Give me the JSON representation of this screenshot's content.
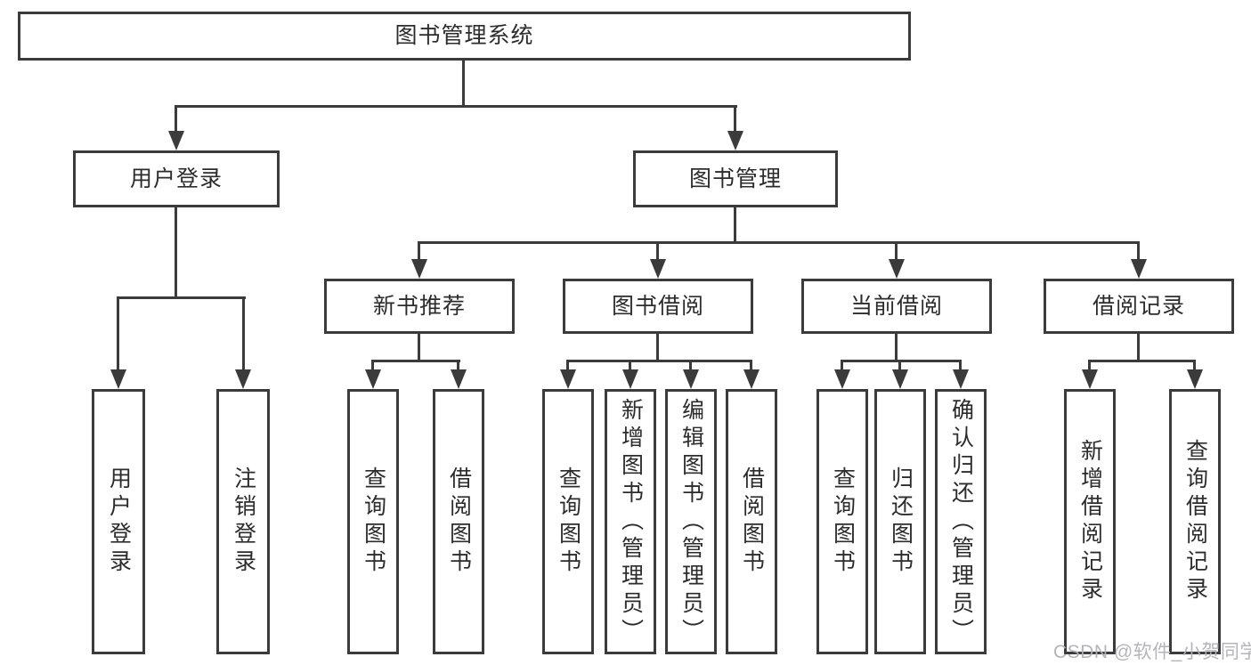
{
  "title": {
    "label": "图书管理系统"
  },
  "level2": [
    {
      "label": "用户登录"
    },
    {
      "label": "图书管理"
    }
  ],
  "level3": [
    {
      "label": "新书推荐"
    },
    {
      "label": "图书借阅"
    },
    {
      "label": "当前借阅"
    },
    {
      "label": "借阅记录"
    }
  ],
  "leaves": {
    "user_login": [
      {
        "label": "用户登录"
      },
      {
        "label": "注销登录"
      }
    ],
    "new_book_recommend": [
      {
        "label": "查询图书"
      },
      {
        "label": "借阅图书"
      }
    ],
    "book_borrow": [
      {
        "label": "查询图书"
      },
      {
        "label": "新增图书（管理员）"
      },
      {
        "label": "编辑图书（管理员）"
      },
      {
        "label": "借阅图书"
      }
    ],
    "current_borrow": [
      {
        "label": "查询图书"
      },
      {
        "label": "归还图书"
      },
      {
        "label": "确认归还（管理员）"
      }
    ],
    "borrow_record": [
      {
        "label": "新增借阅记录"
      },
      {
        "label": "查询借阅记录"
      }
    ]
  },
  "watermark": {
    "text": "CSDN @软件_小贺同学"
  },
  "colors": {
    "line": "#3b3b3b",
    "text": "#2c2c2c",
    "watermark": "#b0b0b5",
    "background": "#ffffff"
  }
}
